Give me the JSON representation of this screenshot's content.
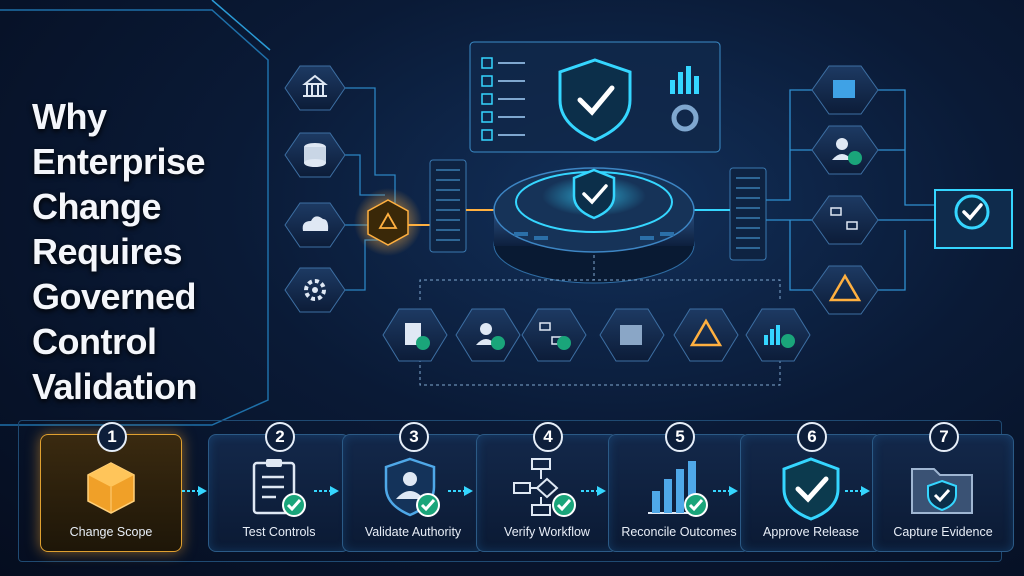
{
  "title": "Why\nEnterprise\nChange\nRequires\nGoverned\nControl\nValidation",
  "colors": {
    "accent": "#2fd3ff",
    "warning": "#f0a830",
    "check": "#27c08a"
  },
  "steps": [
    {
      "number": "1",
      "label": "Change Scope",
      "icon": "cube-icon"
    },
    {
      "number": "2",
      "label": "Test Controls",
      "icon": "checklist-icon"
    },
    {
      "number": "3",
      "label": "Validate Authority",
      "icon": "user-shield-icon"
    },
    {
      "number": "4",
      "label": "Verify Workflow",
      "icon": "workflow-icon"
    },
    {
      "number": "5",
      "label": "Reconcile Outcomes",
      "icon": "bar-chart-icon"
    },
    {
      "number": "6",
      "label": "Approve Release",
      "icon": "shield-check-icon"
    },
    {
      "number": "7",
      "label": "Capture Evidence",
      "icon": "folder-shield-icon"
    }
  ]
}
